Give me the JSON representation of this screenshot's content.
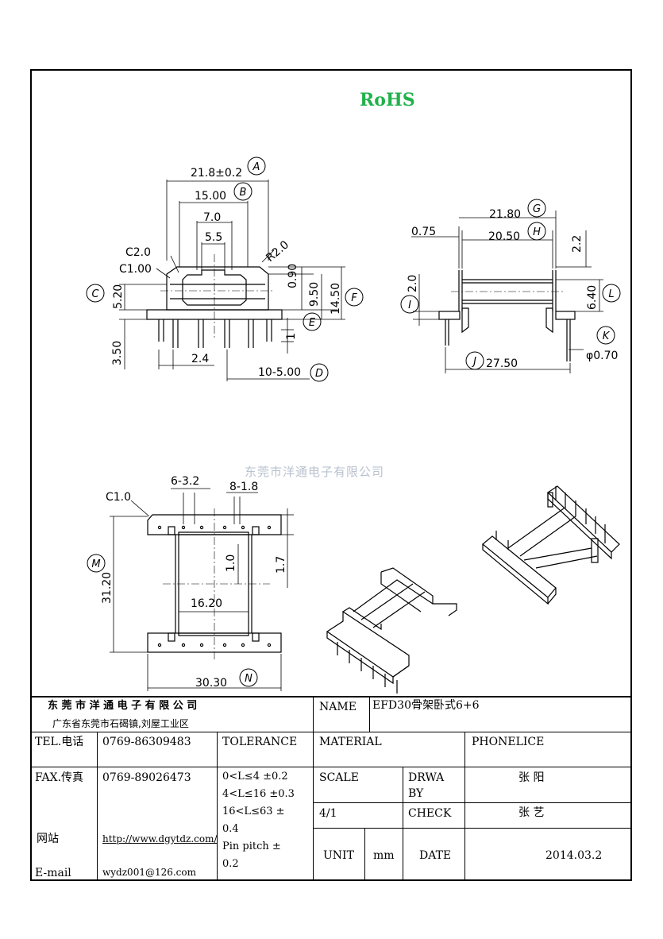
{
  "header": {
    "rohs": "RoHS",
    "watermark": "东莞市洋通电子有限公司"
  },
  "dims": {
    "a": "21.8±0.2",
    "b": "15.00",
    "d70": "7.0",
    "d55": "5.5",
    "r20": "R2.0",
    "c20": "C2.0",
    "c100": "C1.00",
    "d520": "5.20",
    "d090": "0.90",
    "d950": "9.50",
    "d1450": "14.50",
    "d350": "3.50",
    "d24": "2.4",
    "d1": "1",
    "pins": "10-5.00",
    "g": "21.80",
    "d075": "0.75",
    "h": "20.50",
    "d22": "2.2",
    "d20": "2.0",
    "d640": "6.40",
    "j": "27.50",
    "k": "φ0.70",
    "c10": "C1.0",
    "d632": "6-3.2",
    "d818": "8-1.8",
    "m": "31.20",
    "d10": "1.0",
    "d17": "1.7",
    "d1620": "16.20",
    "n": "30.30"
  },
  "markers": {
    "a": "A",
    "b": "B",
    "c": "C",
    "d": "D",
    "e": "E",
    "f": "F",
    "g": "G",
    "h": "H",
    "i": "I",
    "j": "J",
    "k": "K",
    "l": "L",
    "m": "M",
    "n": "N"
  },
  "title_block": {
    "company": "东 莞 市 洋 通 电 子 有 限 公 司",
    "address": "广东省东莞市石碣镇,刘屋工业区",
    "name_label": "NAME",
    "name_value": "EFD30骨架卧式6+6",
    "tel_label": "TEL.电话",
    "tel_value": "0769-86309483",
    "tolerance_label": "TOLERANCE",
    "material_label": "MATERIAL",
    "phonelice_label": "PHONELICE",
    "fax_label": "FAX.传真",
    "fax_value": "0769-89026473",
    "tolerances": [
      "0<L≤4   ±0.2",
      "4<L≤16  ±0.3",
      "16<L≤63  ±",
      "0.4",
      "Pin pitch  ±",
      "0.2"
    ],
    "scale_label": "SCALE",
    "scale_value": "4/1",
    "drawn_label_1": "DRWA",
    "drawn_label_2": "BY",
    "drawn_value": "张 阳",
    "check_label": "CHECK",
    "check_value": "张 艺",
    "web_label": "网站",
    "web_value": "http://www.dgytdz.com/",
    "email_label": "E-mail",
    "email_value": "wydz001@126.com",
    "unit_label": "UNIT",
    "unit_value": "mm",
    "date_label": "DATE",
    "date_value": "2014.03.2"
  }
}
